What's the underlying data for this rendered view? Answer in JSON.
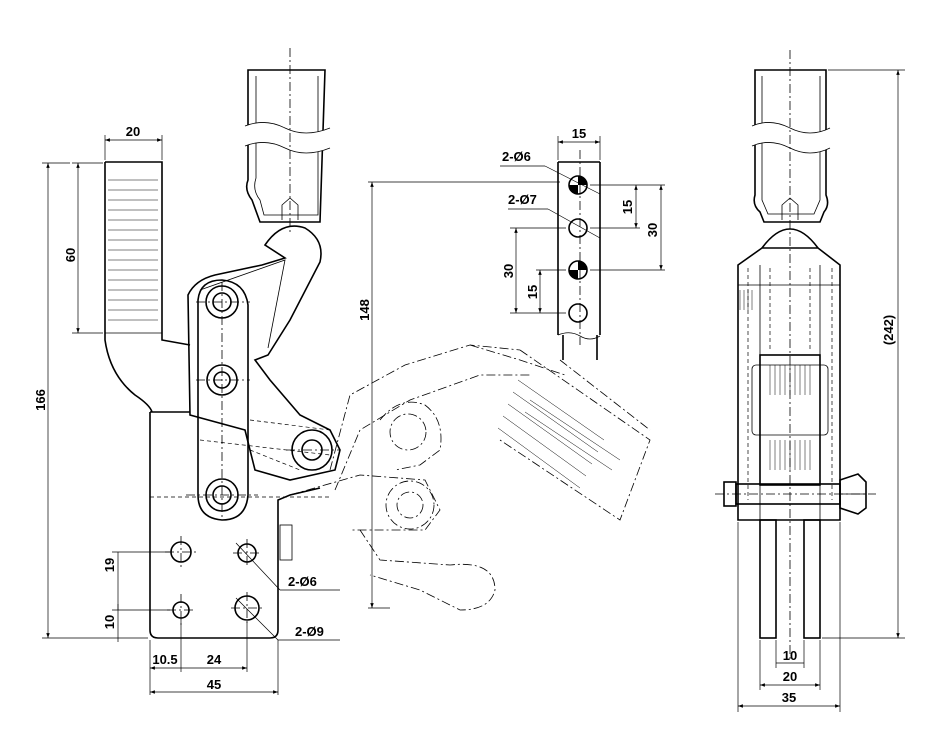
{
  "front_view": {
    "handle_width": "20",
    "handle_grip_length": "60",
    "overall_height": "166",
    "hole_spacing_vertical": "19",
    "hole_offset_bottom": "10",
    "hole_offset_left": "10.5",
    "hole_spacing_horizontal": "24",
    "base_width": "45",
    "holes_small": "2-Ø6",
    "holes_large": "2-Ø9",
    "clamp_height": "148"
  },
  "arm_detail": {
    "arm_width": "15",
    "holes_filled": "2-Ø6",
    "holes_open": "2-Ø7",
    "pitch_top": "15",
    "span_top": "30",
    "span_bottom": "30",
    "pitch_bottom": "15"
  },
  "side_view": {
    "overall_height": "(242)",
    "slot_width": "10",
    "arm_spacing": "20",
    "overall_width": "35"
  }
}
